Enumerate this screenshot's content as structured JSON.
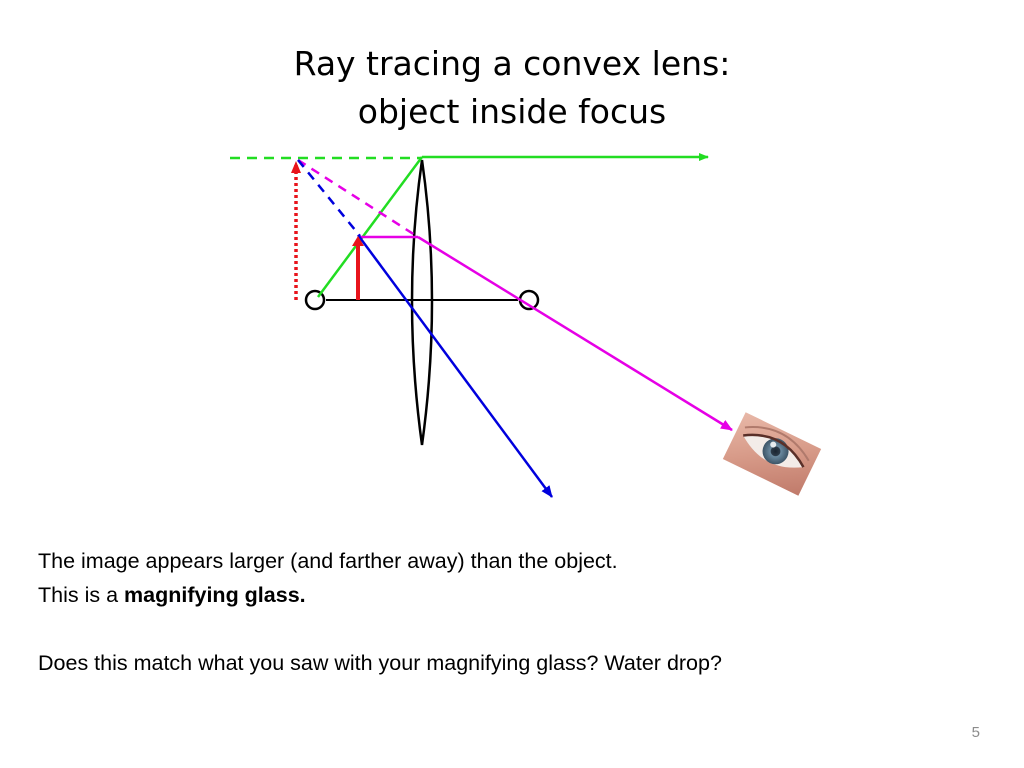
{
  "slide": {
    "title_line1": "Ray tracing a convex lens:",
    "title_line2": "object inside focus",
    "text_line1": "The image appears larger (and farther away) than the object.",
    "text_line2_prefix": "This is a ",
    "text_line2_bold": "magnifying glass.",
    "text_line3": "Does this match what you saw with your magnifying glass?  Water drop?",
    "page_number": "5"
  },
  "colors": {
    "object_arrow": "#e8141c",
    "virtual_image_arrow": "#e8141c",
    "ray_parallel": "#e600e6",
    "ray_through_center": "#0000dd",
    "ray_through_focus": "#22dd22",
    "lens": "#000000",
    "axis": "#000000"
  },
  "icons": [
    "lens-icon",
    "focal-point-icon",
    "eye-icon"
  ]
}
